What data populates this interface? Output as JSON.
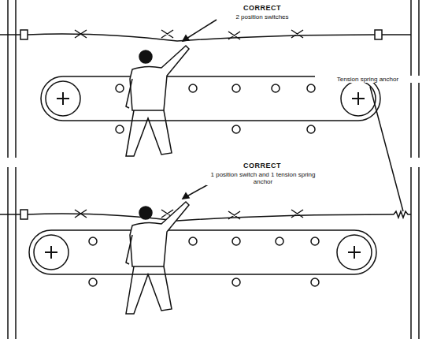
{
  "diagram": {
    "labels": [
      "CORRECT",
      "2 position switches",
      "CORRECT",
      "1 position switch and 1 tension spring anchor",
      "Tension spring anchor"
    ]
  }
}
